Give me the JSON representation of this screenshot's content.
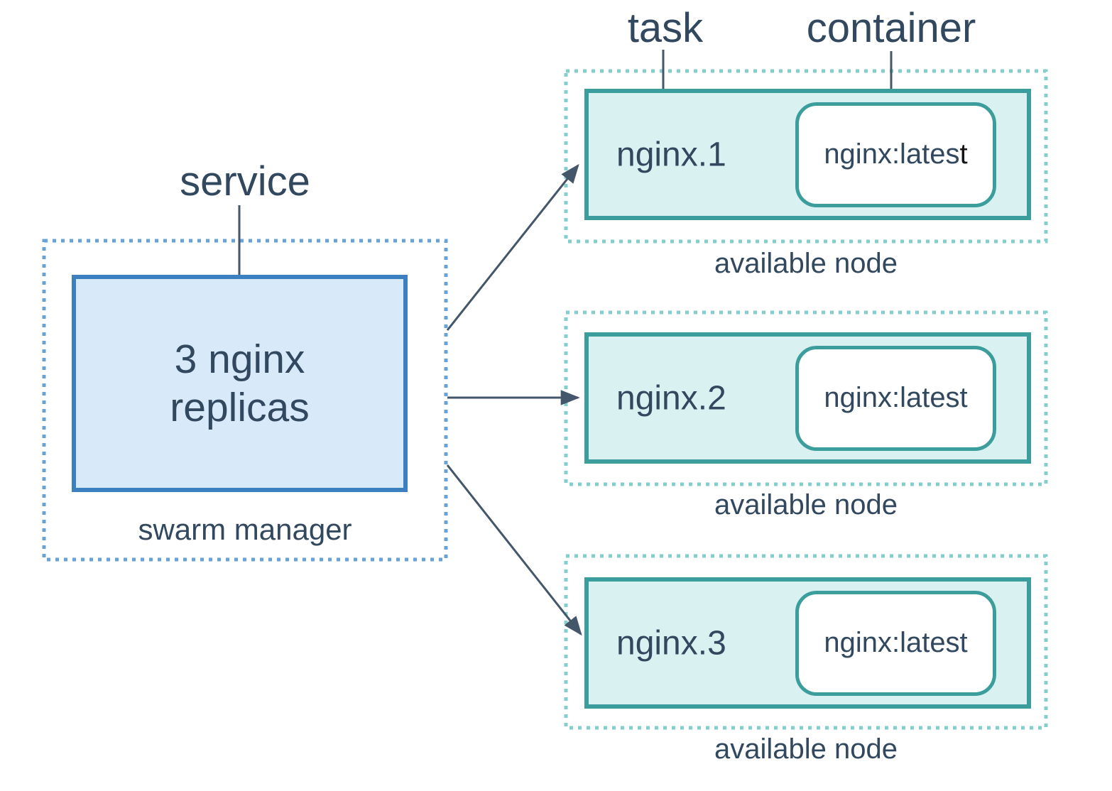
{
  "diagram": {
    "service_label": "service",
    "task_label": "task",
    "container_label": "container",
    "swarm": {
      "line1": "3 nginx",
      "line2": "replicas",
      "caption": "swarm manager"
    },
    "nodes": [
      {
        "task_name": "nginx.1",
        "image": "nginx:lates",
        "image_suffix": "t",
        "caption": "available node"
      },
      {
        "task_name": "nginx.2",
        "image": "nginx:latest",
        "image_suffix": "",
        "caption": "available node"
      },
      {
        "task_name": "nginx.3",
        "image": "nginx:latest",
        "image_suffix": "",
        "caption": "available node"
      }
    ],
    "colors": {
      "text": "#31485e",
      "connector": "#44566a",
      "service_border": "#3c80bf",
      "service_fill": "#d8eafa",
      "swarm_dotted": "#68a3d8",
      "node_border": "#3c9d9d",
      "node_fill": "#d9f2f1",
      "node_dotted": "#82cfcb",
      "container_fill": "#ffffff"
    }
  }
}
